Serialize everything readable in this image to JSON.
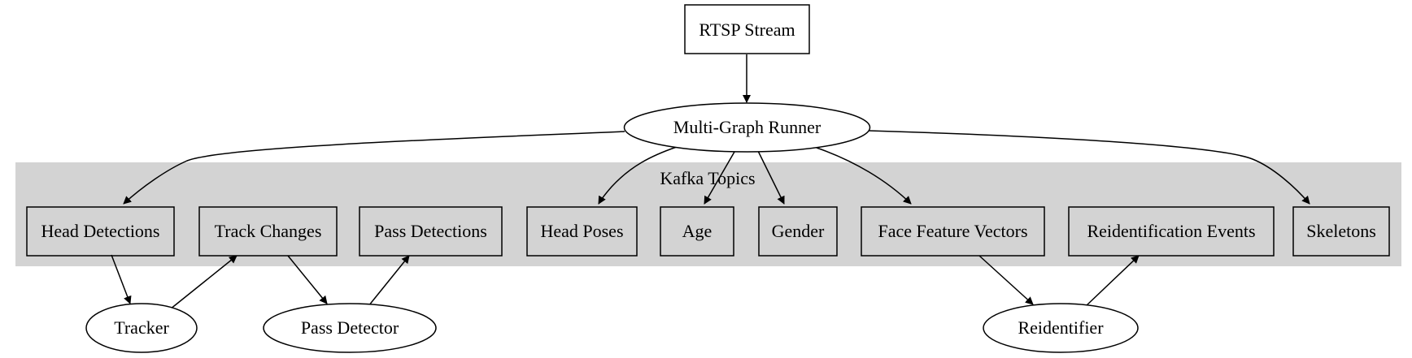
{
  "cluster": {
    "label": "Kafka Topics",
    "fill": "#d3d3d3"
  },
  "source": {
    "label": "RTSP Stream"
  },
  "runner": {
    "label": "Multi-Graph Runner"
  },
  "topics": [
    {
      "id": "head-detections",
      "label": "Head Detections"
    },
    {
      "id": "track-changes",
      "label": "Track Changes"
    },
    {
      "id": "pass-detections",
      "label": "Pass Detections"
    },
    {
      "id": "head-poses",
      "label": "Head Poses"
    },
    {
      "id": "age",
      "label": "Age"
    },
    {
      "id": "gender",
      "label": "Gender"
    },
    {
      "id": "face-feature-vectors",
      "label": "Face Feature Vectors"
    },
    {
      "id": "reidentification-events",
      "label": "Reidentification Events"
    },
    {
      "id": "skeletons",
      "label": "Skeletons"
    }
  ],
  "processors": [
    {
      "id": "tracker",
      "label": "Tracker"
    },
    {
      "id": "pass-detector",
      "label": "Pass Detector"
    },
    {
      "id": "reidentifier",
      "label": "Reidentifier"
    }
  ],
  "edges": [
    {
      "from": "rtsp-stream",
      "to": "multi-graph-runner"
    },
    {
      "from": "multi-graph-runner",
      "to": "head-detections"
    },
    {
      "from": "multi-graph-runner",
      "to": "head-poses"
    },
    {
      "from": "multi-graph-runner",
      "to": "age"
    },
    {
      "from": "multi-graph-runner",
      "to": "gender"
    },
    {
      "from": "multi-graph-runner",
      "to": "face-feature-vectors"
    },
    {
      "from": "multi-graph-runner",
      "to": "skeletons"
    },
    {
      "from": "head-detections",
      "to": "tracker"
    },
    {
      "from": "tracker",
      "to": "track-changes"
    },
    {
      "from": "track-changes",
      "to": "pass-detector"
    },
    {
      "from": "pass-detector",
      "to": "pass-detections"
    },
    {
      "from": "face-feature-vectors",
      "to": "reidentifier"
    },
    {
      "from": "reidentifier",
      "to": "reidentification-events"
    }
  ]
}
